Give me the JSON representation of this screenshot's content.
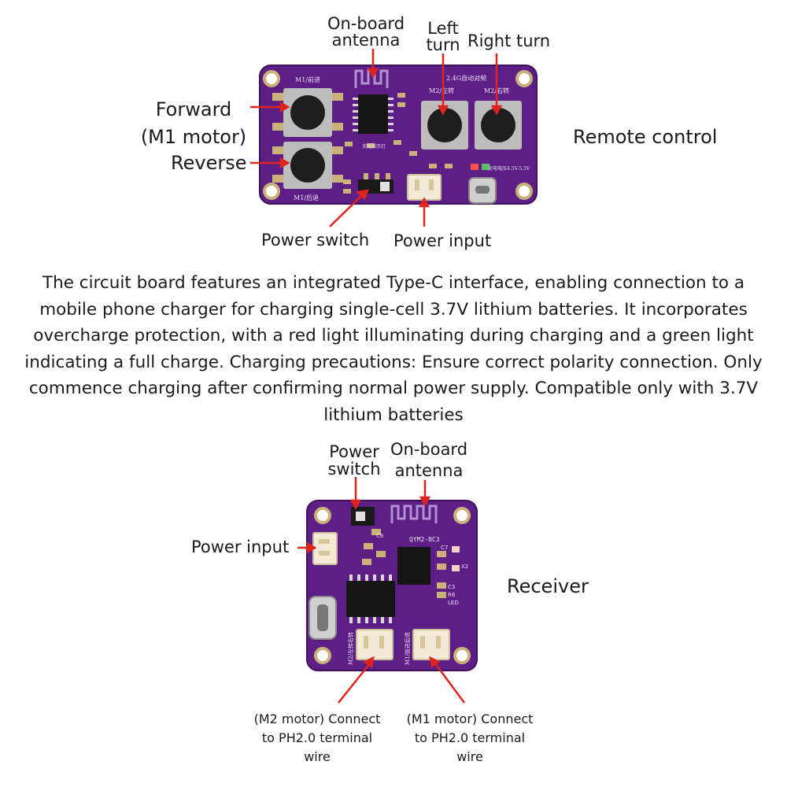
{
  "remote": {
    "title": "Remote control",
    "labels": {
      "antenna": [
        "On-board",
        "antenna"
      ],
      "left_turn": [
        "Left",
        "turn"
      ],
      "right_turn": "Right turn",
      "forward": [
        "Forward",
        "(M1 motor)"
      ],
      "reverse": "Reverse",
      "power_switch": "Power switch",
      "power_input": "Power input"
    },
    "silkscreen": {
      "m1_forward": "M1/前进",
      "m1_reverse": "M1/后退",
      "m2_left": "M2/左转",
      "m2_right": "M2/右转",
      "freq": "2.4G自动对频",
      "charge_v": "充电电压4.5V-5.5V",
      "charge_ind": "充电指示灯"
    }
  },
  "description": "The circuit board features an integrated Type-C interface, enabling connection to a mobile phone charger for charging single-cell 3.7V lithium batteries. It incorporates overcharge protection, with a red light illuminating during charging and a green light indicating a full charge. Charging precautions: Ensure correct polarity connection. Only commence charging after confirming normal power supply. Compatible only with 3.7V lithium batteries",
  "receiver": {
    "title": "Receiver",
    "labels": {
      "power_switch": [
        "Power",
        "switch"
      ],
      "antenna": [
        "On-board",
        "antenna"
      ],
      "power_input": "Power input",
      "m2_motor": [
        "(M2 motor) Connect",
        "to PH2.0 terminal",
        "wire"
      ],
      "m1_motor": [
        "(M1 motor) Connect",
        "to PH2.0 terminal",
        "wire"
      ]
    },
    "silkscreen": {
      "model": "QYM2-BC3",
      "c7": "C7",
      "x2": "X2",
      "c6": "C6",
      "c3": "C3",
      "r6": "R6",
      "led": "LED",
      "m2": "M2/左转右转",
      "m1": "M1/前进后退"
    }
  },
  "colors": {
    "pcb": "#5d1f86",
    "pcb_dark": "#3d1160",
    "pad": "#c9b27a",
    "arrow": "#e0231c"
  }
}
